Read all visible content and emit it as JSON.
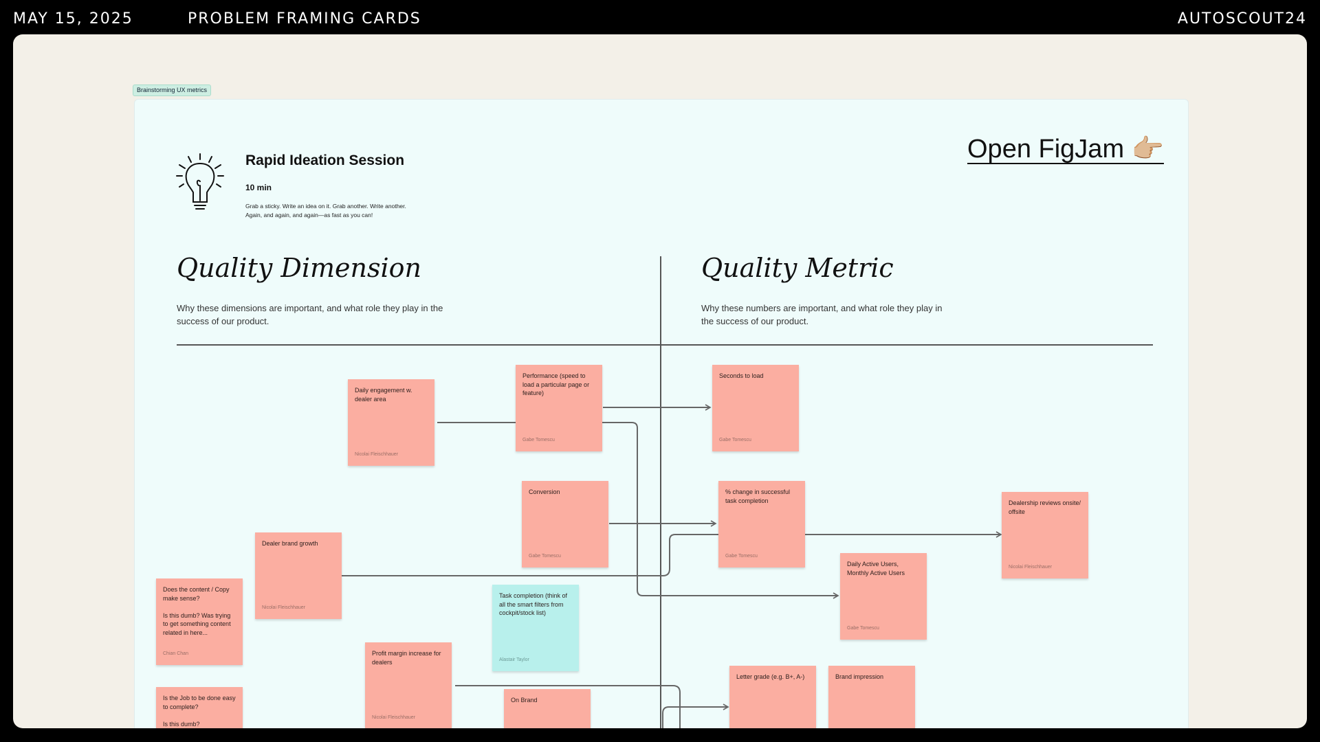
{
  "header": {
    "date": "MAY 15, 2025",
    "title": "PROBLEM FRAMING CARDS",
    "brand": "AUTOSCOUT24"
  },
  "board": {
    "tag": "Brainstorming UX metrics",
    "session_title": "Rapid Ideation Session",
    "duration": "10 min",
    "instructions": "Grab a sticky. Write an idea on it. Grab another. Write another. Again, and again, and again—as fast as you can!",
    "open_figjam": "Open FigJam 👉🏼",
    "columns": {
      "left": {
        "heading": "Quality Dimension",
        "desc": "Why these dimensions are important, and what role they play in the success of our product."
      },
      "right": {
        "heading": "Quality Metric",
        "desc": "Why these numbers are important, and what role they play in the success of our product."
      }
    },
    "stickies": [
      {
        "text": "Daily engagement w. dealer area",
        "author": "Nicolai Fleischhauer"
      },
      {
        "text": "Performance (speed to load a particular page or feature)",
        "author": "Gabe Tomescu"
      },
      {
        "text": "Seconds to load",
        "author": "Gabe Tomescu"
      },
      {
        "text": "Conversion",
        "author": "Gabe Tomescu"
      },
      {
        "text": "% change in successful task completion",
        "author": "Gabe Tomescu"
      },
      {
        "text": "Dealership reviews onsite/ offsite",
        "author": "Nicolai Fleischhauer"
      },
      {
        "text": "Dealer brand growth",
        "author": "Nicolai Fleischhauer"
      },
      {
        "text": "Daily Active Users, Monthly Active Users",
        "author": "Gabe Tomescu"
      },
      {
        "text": "Does the content / Copy make sense?\n\nIs this dumb? Was trying to get something content related in here...",
        "author": "Chian Chan"
      },
      {
        "text": "Task completion (think of all the smart filters from cockpit/stock list)",
        "author": "Alastair Taylor"
      },
      {
        "text": "Profit margin increase for dealers",
        "author": "Nicolai Fleischhauer"
      },
      {
        "text": "On Brand",
        "author": ""
      },
      {
        "text": "Letter grade (e.g. B+, A-)",
        "author": ""
      },
      {
        "text": "Brand impression",
        "author": ""
      },
      {
        "text": "Is the Job to be done easy to complete?\n\nIs this dumb?",
        "author": ""
      }
    ]
  },
  "colors": {
    "sticky": "#fbaea1",
    "sticky_teal": "#b8f0ec",
    "board": "#effcfb",
    "panel": "#f3f0e8"
  },
  "icons": [
    "lightbulb-icon",
    "pointing-hand-emoji"
  ]
}
